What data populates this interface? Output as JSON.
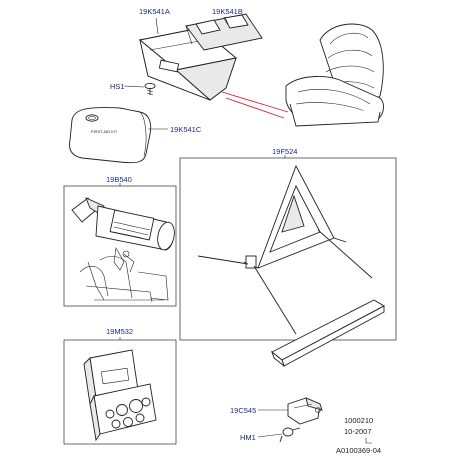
{
  "parts": {
    "p_19K541A": "19K541A",
    "p_19K541B": "19K541B",
    "p_HS1": "HS1",
    "p_19K541C": "19K541C",
    "p_19B540": "19B540",
    "p_19F524": "19F524",
    "p_19M532": "19M532",
    "p_19C545": "19C545",
    "p_HM1": "HM1"
  },
  "kit_text": "FIRST AID KIT",
  "reference": {
    "number": "1000210",
    "date": "10-2007",
    "drawing_id": "A0100369-04"
  },
  "colors": {
    "callout_text": "#1f2a7a",
    "location_line": "#d0203a",
    "outline": "#222222"
  }
}
